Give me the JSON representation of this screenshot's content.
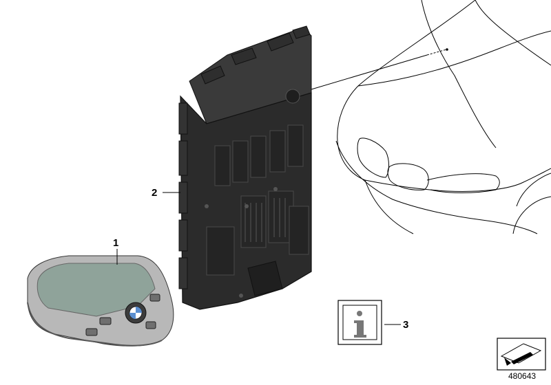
{
  "callouts": {
    "key": "1",
    "control_unit": "2",
    "info": "3"
  },
  "diagram_number": "480643",
  "icons": [
    "info-icon",
    "arrow-navigation-icon"
  ],
  "colors": {
    "module_body": "#2b2b2b",
    "module_edge": "#141414",
    "key_shell": "#b8b8b8",
    "key_screen": "#8fa39a",
    "line": "#000000"
  }
}
